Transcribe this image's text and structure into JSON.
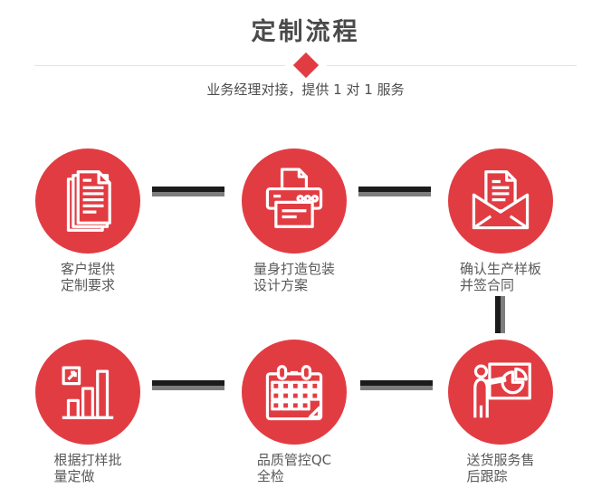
{
  "page": {
    "title": "定制流程",
    "subtitle": "业务经理对接，提供 1 对 1 服务"
  },
  "colors": {
    "accent_red": "#e23c43",
    "title_text": "#4a4a4a",
    "subtitle_text": "#4d4d4d",
    "caption_text": "#595959",
    "divider_line": "#e3e3e3",
    "connector_dark": "#1b1b1b",
    "connector_shadow": "#7d7d7d",
    "icon_stroke": "#ffffff",
    "background": "#ffffff"
  },
  "decor": {
    "diamond_icon": "red-diamond-on-divider"
  },
  "steps": [
    {
      "id": 1,
      "icon": "documents-icon",
      "caption": "客户提供\n定制要求"
    },
    {
      "id": 2,
      "icon": "printer-icon",
      "caption": "量身打造包装\n设计方案"
    },
    {
      "id": 3,
      "icon": "envelope-icon",
      "caption": "确认生产样板\n并签合同"
    },
    {
      "id": 4,
      "icon": "bar-chart-icon",
      "caption": "根据打样批\n量定做"
    },
    {
      "id": 5,
      "icon": "calendar-icon",
      "caption": "品质管控QC\n全检"
    },
    {
      "id": 6,
      "icon": "presentation-icon",
      "caption": "送货服务售\n后跟踪"
    }
  ],
  "connectors": [
    {
      "from": 1,
      "to": 2,
      "direction": "horizontal"
    },
    {
      "from": 2,
      "to": 3,
      "direction": "horizontal"
    },
    {
      "from": 3,
      "to": 6,
      "direction": "vertical"
    },
    {
      "from": 4,
      "to": 5,
      "direction": "horizontal"
    },
    {
      "from": 5,
      "to": 6,
      "direction": "horizontal"
    }
  ]
}
